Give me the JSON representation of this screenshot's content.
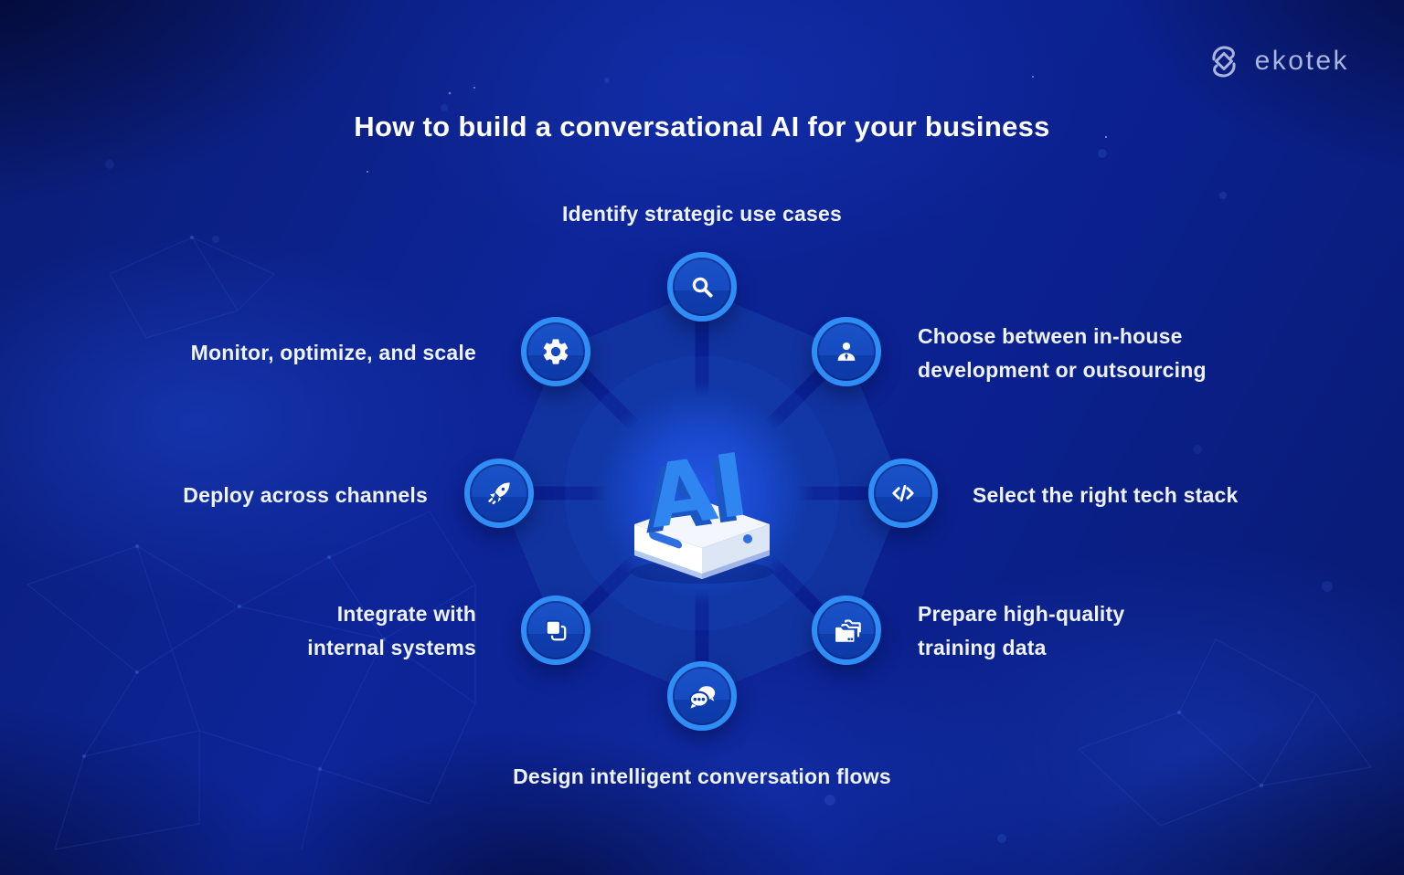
{
  "logo": {
    "text": "ekotek"
  },
  "title": "How to build a conversational AI for your business",
  "center": {
    "label": "AI"
  },
  "steps": [
    {
      "id": "identify-use-cases",
      "icon": "search-icon",
      "label": "Identify strategic use cases"
    },
    {
      "id": "choose-development",
      "icon": "user-icon",
      "label": "Choose between in-house\ndevelopment or outsourcing"
    },
    {
      "id": "tech-stack",
      "icon": "code-icon",
      "label": "Select the right tech stack"
    },
    {
      "id": "training-data",
      "icon": "folders-icon",
      "label": "Prepare high-quality\ntraining data"
    },
    {
      "id": "conversation-flows",
      "icon": "chat-icon",
      "label": "Design intelligent conversation flows"
    },
    {
      "id": "integrate-systems",
      "icon": "layers-icon",
      "label": "Integrate with\ninternal systems"
    },
    {
      "id": "deploy-channels",
      "icon": "rocket-icon",
      "label": "Deploy across channels"
    },
    {
      "id": "monitor-scale",
      "icon": "gear-icon",
      "label": "Monitor, optimize, and scale"
    }
  ],
  "colors": {
    "background": "#0b2190",
    "accent_ring": "#2f8df6",
    "node_fill_top": "#1750c6",
    "node_fill_bottom": "#0d3aa8",
    "wedge": "#11339f",
    "text": "#eef2fd",
    "logo_text": "#a9b5dc",
    "ai_letters": "#2f86f0"
  }
}
